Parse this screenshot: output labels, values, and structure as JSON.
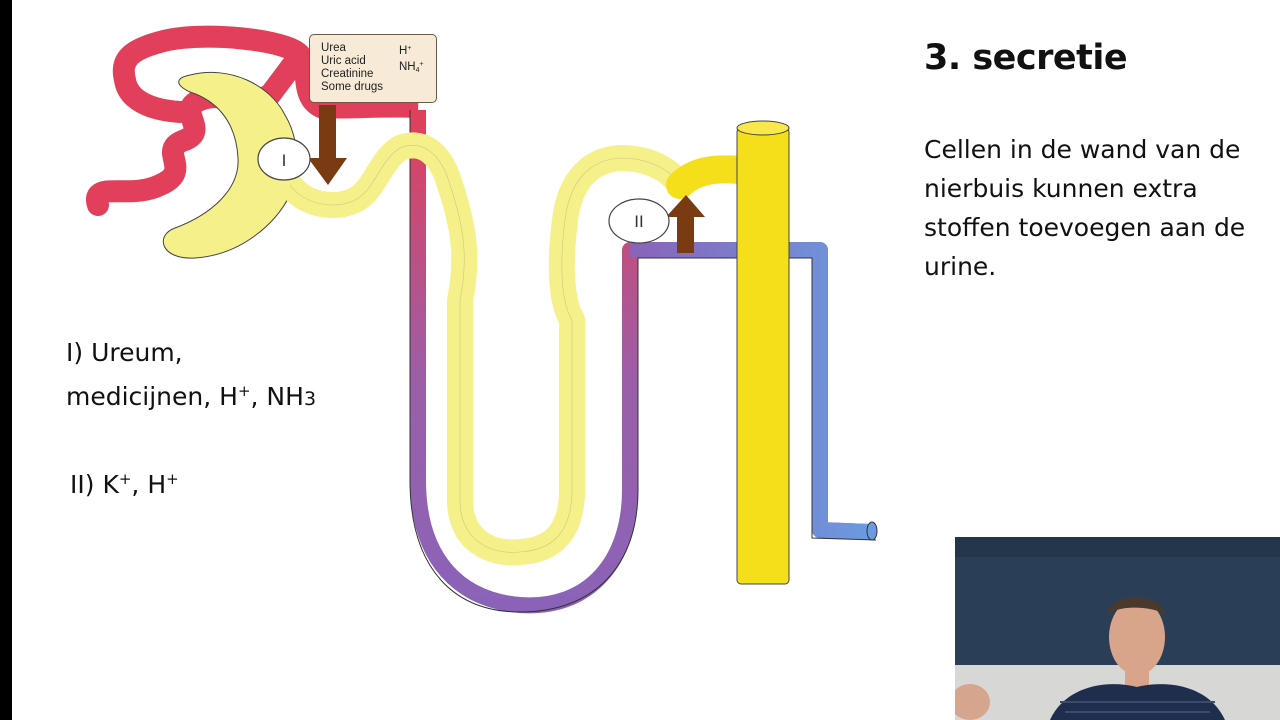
{
  "slide": {
    "title": "3. secretie",
    "body": "Cellen in de wand van de nierbuis kunnen extra stoffen toevoegen aan de urine."
  },
  "labels": {
    "i_prefix": "I) Ureum,",
    "i_line2": "medicijnen, H",
    "i_plus1": "+",
    "i_mid": ", NH",
    "i_sub": "3",
    "ii_prefix": "II) K",
    "ii_plus1": "+",
    "ii_mid": ", H",
    "ii_plus2": "+"
  },
  "callout": {
    "urea": "Urea",
    "uric_acid": "Uric acid",
    "creatinine": "Creatinine",
    "some_drugs": "Some drugs",
    "h": "H",
    "h_sup": "+",
    "nh": "NH",
    "nh_sub": "4",
    "nh_sup": "+"
  },
  "diagram": {
    "circle_1": "I",
    "circle_2": "II"
  },
  "colors": {
    "artery_red": "#e23f5a",
    "tubule_yellow": "#f6f08a",
    "collecting_duct": "#f5df1a",
    "vessel_purple": "#8b63b3",
    "vessel_blue": "#6a9be0",
    "arrow_brown": "#7a3a12"
  }
}
